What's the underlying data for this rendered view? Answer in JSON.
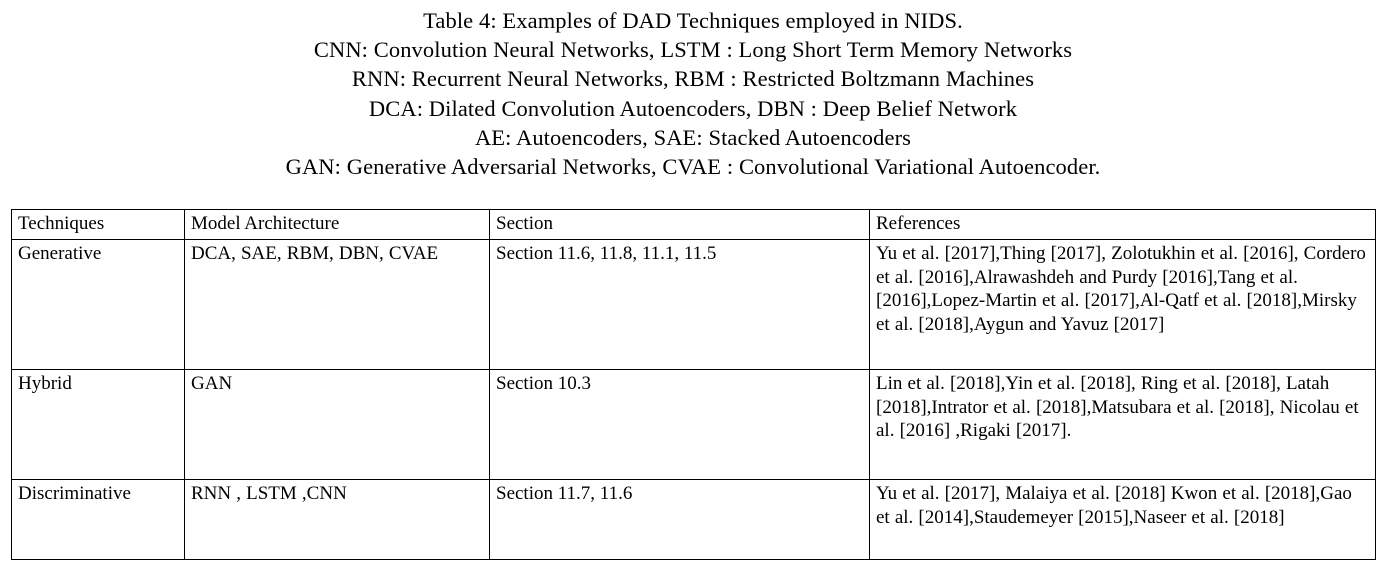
{
  "caption": {
    "lines": [
      "Table 4: Examples of DAD Techniques employed in NIDS.",
      "CNN: Convolution Neural Networks, LSTM : Long Short Term Memory Networks",
      "RNN: Recurrent Neural Networks, RBM : Restricted Boltzmann Machines",
      "DCA: Dilated Convolution Autoencoders, DBN : Deep Belief Network",
      "AE: Autoencoders, SAE: Stacked Autoencoders",
      "GAN: Generative Adversarial Networks, CVAE : Convolutional Variational Autoencoder."
    ]
  },
  "table": {
    "headers": {
      "techniques": "Techniques",
      "architecture": "Model Architecture",
      "section": "Section",
      "references": "References"
    },
    "rows": [
      {
        "techniques": "Generative",
        "architecture": "DCA, SAE, RBM, DBN, CVAE",
        "section": "Section  11.6, 11.8, 11.1, 11.5",
        "references": "Yu et al. [2017],Thing [2017], Zolotukhin et al. [2016], Cordero et al. [2016],Alrawashdeh and Purdy [2016],Tang et al. [2016],Lopez-Martin et al. [2017],Al-Qatf et al. [2018],Mirsky et al. [2018],Aygun and Yavuz [2017]"
      },
      {
        "techniques": "Hybrid",
        "architecture": "GAN",
        "section": "Section  10.3",
        "references": "Lin et al. [2018],Yin et al. [2018], Ring et al. [2018], Latah [2018],Intrator et al. [2018],Matsubara et al. [2018], Nicolau et al. [2016] ,Rigaki [2017]."
      },
      {
        "techniques": "Discriminative",
        "architecture": "RNN , LSTM ,CNN",
        "section": "Section  11.7, 11.6",
        "references": "Yu et al. [2017], Malaiya et al. [2018] Kwon et al. [2018],Gao et al. [2014],Staudemeyer [2015],Naseer et al. [2018]"
      }
    ]
  },
  "colors": {
    "text": "#000000",
    "background": "#ffffff",
    "border": "#000000"
  }
}
